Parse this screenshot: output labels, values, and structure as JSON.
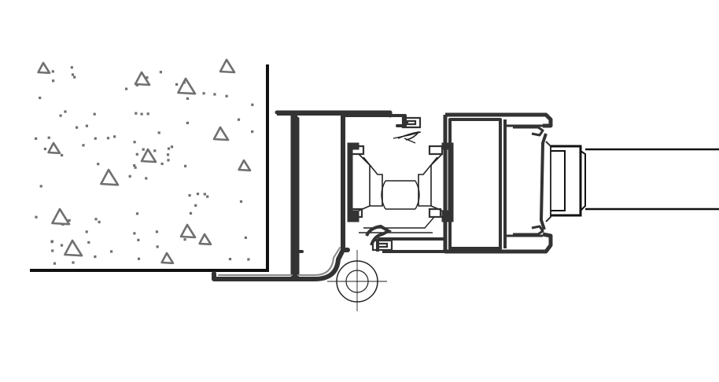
{
  "drawing": {
    "colors": {
      "background": "#ffffff",
      "profile_fill": "#3a3a3a",
      "profile_inner": "#ffffff",
      "line": "#1a1a1a",
      "concrete_speckle": "#707070"
    },
    "parts": [
      {
        "id": "concrete-wall",
        "icon": "concrete-hatch"
      },
      {
        "id": "outer-frame-profile",
        "icon": "aluminium-profile"
      },
      {
        "id": "sash-profile",
        "icon": "aluminium-profile"
      },
      {
        "id": "thermal-break",
        "icon": "polyamide-strip"
      },
      {
        "id": "glazing-bead",
        "icon": "clip-profile"
      },
      {
        "id": "glazing-panel",
        "icon": "double-glazing"
      },
      {
        "id": "hinge-pivot",
        "icon": "center-mark-circle"
      }
    ]
  }
}
